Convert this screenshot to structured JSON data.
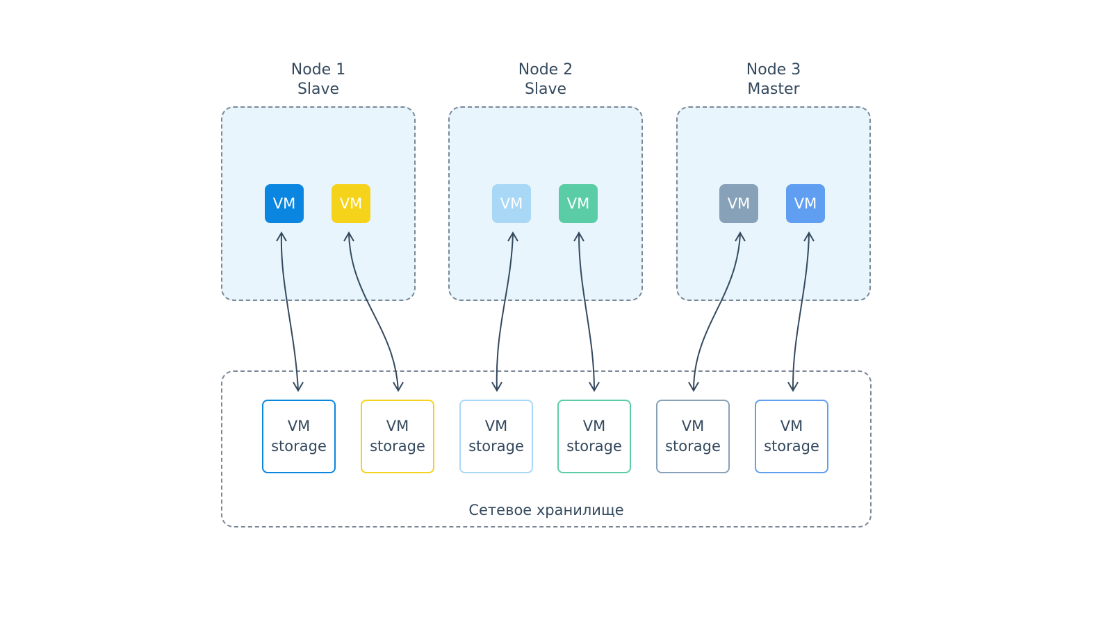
{
  "nodes": [
    {
      "name": "Node 1",
      "role": "Slave"
    },
    {
      "name": "Node 2",
      "role": "Slave"
    },
    {
      "name": "Node 3",
      "role": "Master"
    }
  ],
  "vms": [
    {
      "label": "VM",
      "color": "#0a86e0"
    },
    {
      "label": "VM",
      "color": "#f6d31b"
    },
    {
      "label": "VM",
      "color": "#a8d8f6"
    },
    {
      "label": "VM",
      "color": "#5bcda6"
    },
    {
      "label": "VM",
      "color": "#87a1b9"
    },
    {
      "label": "VM",
      "color": "#5f9ef1"
    }
  ],
  "storages": [
    {
      "line1": "VM",
      "line2": "storage",
      "border_color": "#0a86e0"
    },
    {
      "line1": "VM",
      "line2": "storage",
      "border_color": "#f6d31b"
    },
    {
      "line1": "VM",
      "line2": "storage",
      "border_color": "#a8d8f6"
    },
    {
      "line1": "VM",
      "line2": "storage",
      "border_color": "#5bcda6"
    },
    {
      "line1": "VM",
      "line2": "storage",
      "border_color": "#87a1b9"
    },
    {
      "line1": "VM",
      "line2": "storage",
      "border_color": "#5f9ef1"
    }
  ],
  "network_storage_label": "Сетевое хранилище",
  "colors": {
    "node_background": "#e8f5fc",
    "dashed_border": "#7a8896",
    "text": "#34495e"
  }
}
